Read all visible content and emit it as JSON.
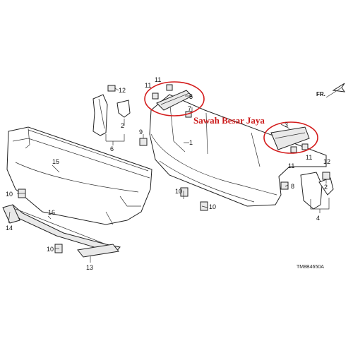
{
  "watermark": "Sawah Besar Jaya",
  "diagram_code": "TM8B4650A",
  "direction_label": "FR.",
  "callouts": {
    "n1": "1",
    "n2a": "2",
    "n2b": "2",
    "n3": "3",
    "n4": "4",
    "n5": "5",
    "n6": "6",
    "n7": "7",
    "n8": "8",
    "n9": "9",
    "n10a": "10",
    "n10b": "10",
    "n11a": "11",
    "n11b": "11",
    "n11c": "11",
    "n11d": "11",
    "n12a": "12",
    "n12b": "12",
    "n13": "13",
    "n14": "14",
    "n15": "15",
    "n16": "16"
  },
  "colors": {
    "highlight_circle": "#d41c1c",
    "watermark": "#cc1a1a",
    "line": "#222222"
  }
}
